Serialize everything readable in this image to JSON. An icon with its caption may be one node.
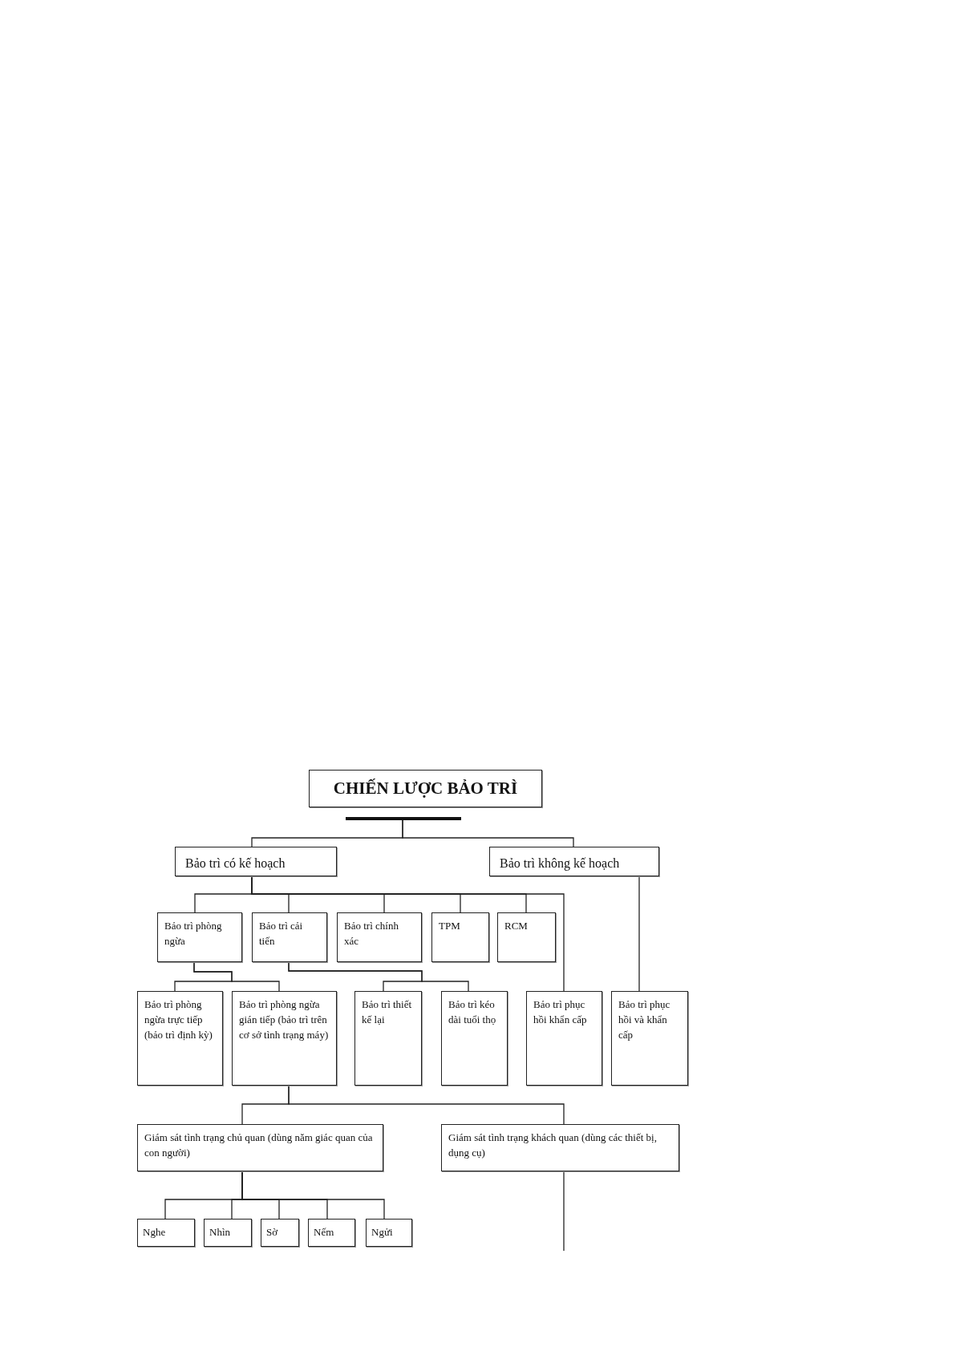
{
  "diagram": {
    "nodes": [
      {
        "text": [
          "CHIẾN LƯỢC BẢO TRÌ"
        ]
      },
      {
        "text": [],
        "shape": "bar"
      },
      {
        "text": [
          "Bảo trì có kế hoạch"
        ]
      },
      {
        "text": [
          "Bảo trì không kế hoạch"
        ]
      },
      {
        "text": [
          "Bảo trì phòng ngừa"
        ]
      },
      {
        "text": [
          "Bảo trì cải tiến"
        ]
      },
      {
        "text": [
          "Bảo trì chính xác"
        ]
      },
      {
        "text": [
          "TPM"
        ]
      },
      {
        "text": [
          "RCM"
        ]
      },
      {
        "text": [
          "Bảo trì phòng ngừa trực tiếp (bảo trì định kỳ)"
        ]
      },
      {
        "text": [
          "Bảo trì phòng ngừa gián tiếp (bảo trì trên cơ sở tình trạng máy)"
        ]
      },
      {
        "text": [
          "Bảo trì thiết kế lại"
        ]
      },
      {
        "text": [
          "Bảo trì kéo dài tuổi thọ"
        ]
      },
      {
        "text": [
          "Bảo trì phục hồi khẩn cấp"
        ]
      },
      {
        "text": [
          "Bảo trì phục hồi và khẩn cấp"
        ]
      },
      {
        "text": [
          "Giám sát tình trạng chủ quan (dùng năm giác quan của con người)"
        ]
      },
      {
        "text": [
          "Giám sát tình trạng khách quan (dùng các thiết bị, dụng cụ)"
        ]
      },
      {
        "text": [
          "Nghe"
        ]
      },
      {
        "text": [
          "Nhìn"
        ]
      },
      {
        "text": [
          "Sờ"
        ]
      },
      {
        "text": [
          "Nếm"
        ]
      },
      {
        "text": [
          "Ngửi"
        ]
      }
    ],
    "edges": [
      {
        "from": 1,
        "to": 2,
        "arrow": "none"
      },
      {
        "from": 1,
        "to": 3,
        "arrow": "none"
      },
      {
        "from": 2,
        "to": 4,
        "arrow": "none"
      },
      {
        "from": 2,
        "to": 5,
        "arrow": "none"
      },
      {
        "from": 2,
        "to": 6,
        "arrow": "none"
      },
      {
        "from": 2,
        "to": 7,
        "arrow": "none"
      },
      {
        "from": 2,
        "to": 8,
        "arrow": "none"
      },
      {
        "from": 2,
        "to": 13,
        "arrow": "none"
      },
      {
        "from": 3,
        "to": 14,
        "arrow": "none"
      },
      {
        "from": 4,
        "to": 9,
        "arrow": "none"
      },
      {
        "from": 4,
        "to": 10,
        "arrow": "none"
      },
      {
        "from": 5,
        "to": 11,
        "arrow": "none"
      },
      {
        "from": 5,
        "to": 12,
        "arrow": "none"
      },
      {
        "from": 10,
        "to": 15,
        "arrow": "none"
      },
      {
        "from": 10,
        "to": 16,
        "arrow": "none"
      },
      {
        "from": 15,
        "to": 17,
        "arrow": "none"
      },
      {
        "from": 15,
        "to": 18,
        "arrow": "none"
      },
      {
        "from": 15,
        "to": 19,
        "arrow": "none"
      },
      {
        "from": 15,
        "to": 20,
        "arrow": "none"
      },
      {
        "from": 15,
        "to": 21,
        "arrow": "none"
      },
      {
        "from": 16,
        "to": null,
        "arrow": "none"
      }
    ]
  }
}
